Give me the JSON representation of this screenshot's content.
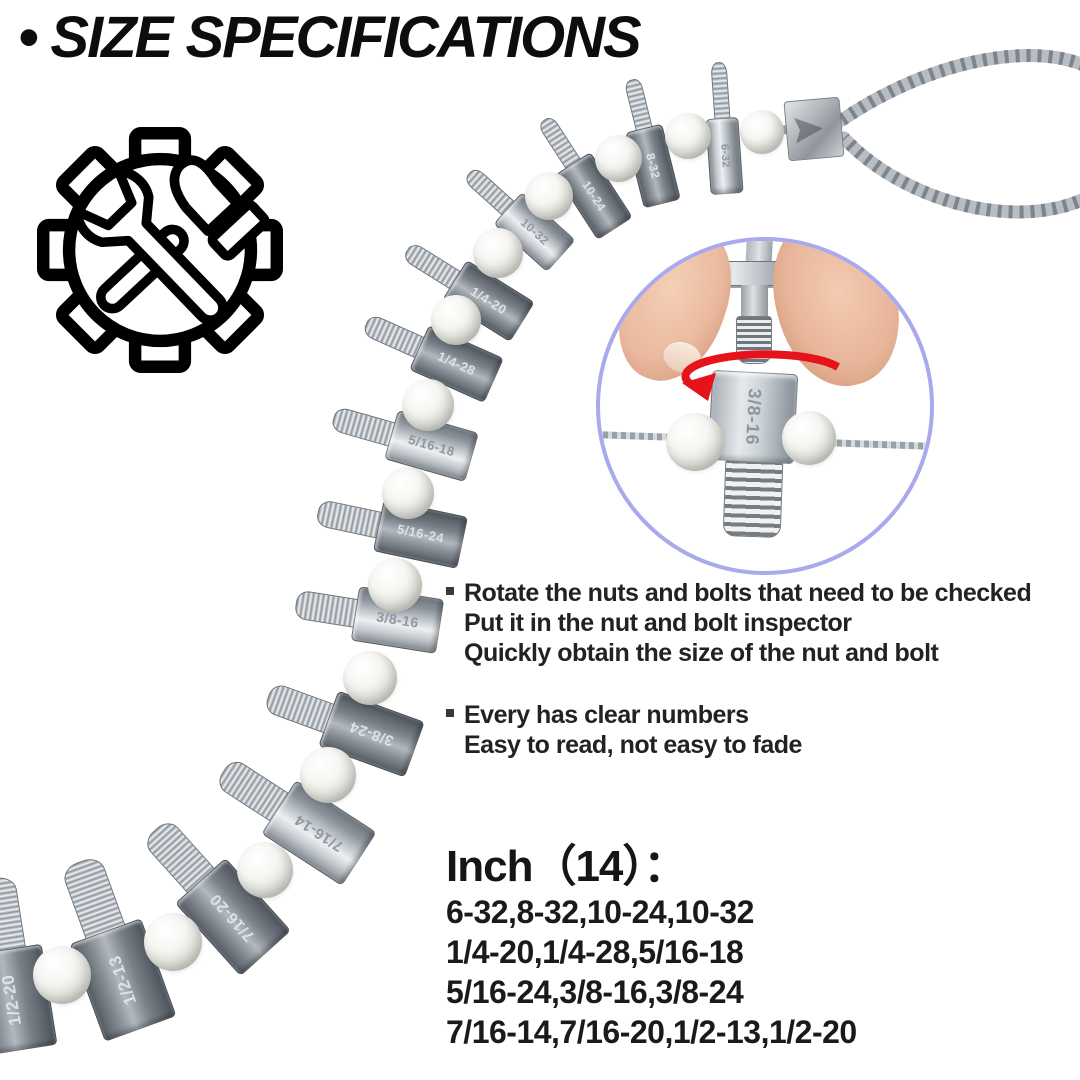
{
  "title": "• SIZE SPECIFICATIONS",
  "features": [
    {
      "lines": [
        "Rotate the nuts and bolts that need to be checked",
        "Put it in the nut and bolt inspector",
        "Quickly obtain the size of the nut and bolt"
      ]
    },
    {
      "lines": [
        "Every has clear numbers",
        "Easy to read, not easy to fade"
      ]
    }
  ],
  "inch_heading": "Inch（14）：",
  "inch_sizes": [
    "6-32,8-32,10-24,10-32",
    "1/4-20,1/4-28,5/16-18",
    "5/16-24,3/8-16,3/8-24",
    "7/16-14,7/16-20,1/2-13,1/2-20"
  ],
  "chain_labels": [
    "6-32",
    "8-32",
    "10-24",
    "10-32",
    "1/4-20",
    "1/4-28",
    "5/16-18",
    "5/16-24",
    "3/8-16",
    "3/8-24",
    "7/16-14",
    "7/16-20",
    "1/2-13",
    "1/2-20"
  ],
  "inset_label": "3/8-16",
  "icons": {
    "tools": "gear-wrench-hammer-icon",
    "rotation_arrow": "red-rotation-arrow-icon"
  },
  "colors": {
    "accent_red": "#e6131a",
    "inset_ring": "#a9a9ec",
    "text": "#1c1c1c",
    "metal_light": "#edeff1",
    "metal_dark": "#535a62"
  }
}
